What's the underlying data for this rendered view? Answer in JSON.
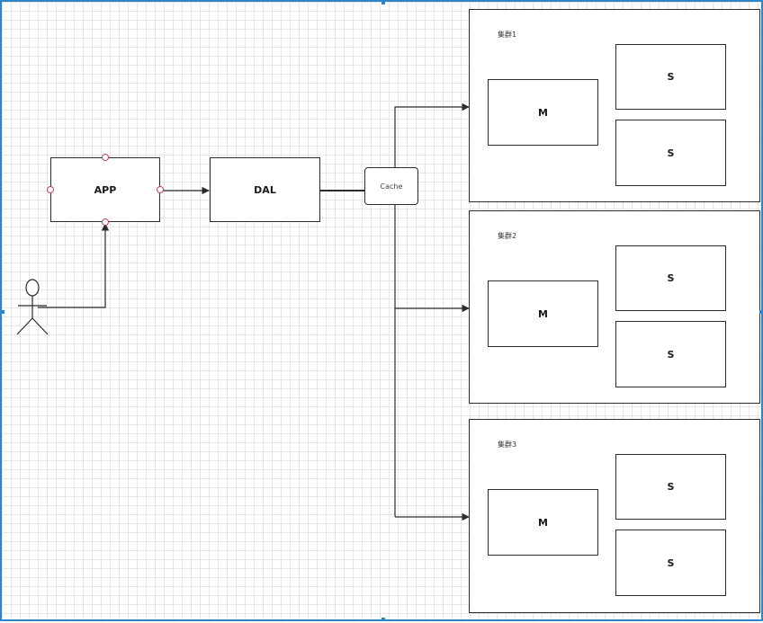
{
  "diagram": {
    "app_label": "APP",
    "dal_label": "DAL",
    "cache_label": "Cache",
    "clusters": [
      {
        "title": "集群1",
        "master_label": "M",
        "slave_labels": [
          "S",
          "S"
        ]
      },
      {
        "title": "集群2",
        "master_label": "M",
        "slave_labels": [
          "S",
          "S"
        ]
      },
      {
        "title": "集群3",
        "master_label": "M",
        "slave_labels": [
          "S",
          "S"
        ]
      }
    ]
  },
  "colors": {
    "canvas_border": "#2e86c9",
    "grid_line": "#e6e6e6",
    "stroke": "#2b2b2b",
    "connection_point": "#b5485e"
  }
}
